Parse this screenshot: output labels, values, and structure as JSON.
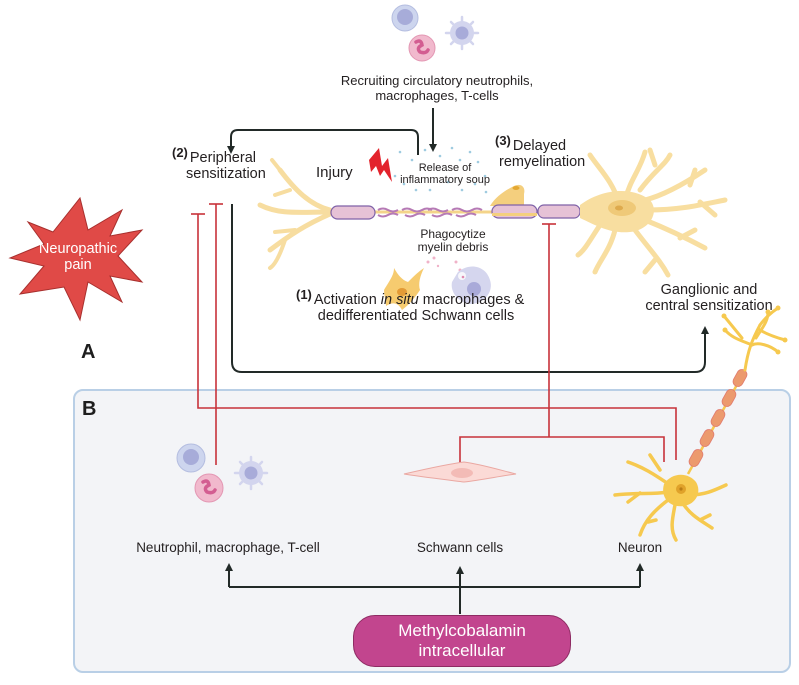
{
  "figure": {
    "panel_a_label": "A",
    "panel_b_label": "B"
  },
  "panel_a": {
    "pain_label": "Neuropathic pain",
    "pain_label_line1": "Neuropathic",
    "pain_label_line2": "pain",
    "recruiting_line1": "Recruiting circulatory neutrophils,",
    "recruiting_line2": "macrophages, T-cells",
    "injury_label": "Injury",
    "release_line1": "Release of",
    "release_line2": "inflammatory soup",
    "phagocytize_line1": "Phagocytize",
    "phagocytize_line2": "myelin debris",
    "step1_number": "(1)",
    "step1_line1_pre": "Activation ",
    "step1_line1_italic": "in situ",
    "step1_line1_post": " macrophages &",
    "step1_line2": "dedifferentiated Schwann cells",
    "step2_number": "(2)",
    "step2_line1": "Peripheral",
    "step2_line2": "sensitization",
    "step3_number": "(3)",
    "step3_line1": "Delayed",
    "step3_line2": "remyelination",
    "ganglionic_line1": "Ganglionic and",
    "ganglionic_line2": "central sensitization"
  },
  "panel_b": {
    "immune_label": "Neutrophil, macrophage, T-cell",
    "schwann_label": "Schwann cells",
    "neuron_label": "Neuron",
    "source_line1": "Methylcobalamin",
    "source_line2": "intracellular"
  },
  "colors": {
    "pain_star": "#e04a47",
    "inhibit_line": "#c8323a",
    "arrow": "#222a28",
    "methylcobalamin": "#c2458e",
    "panel_b_bg": "#f3f4f7",
    "panel_b_border": "#b9cfe6",
    "neuron_fill": "#f8dea0",
    "myelin": "#e3bdd6"
  }
}
